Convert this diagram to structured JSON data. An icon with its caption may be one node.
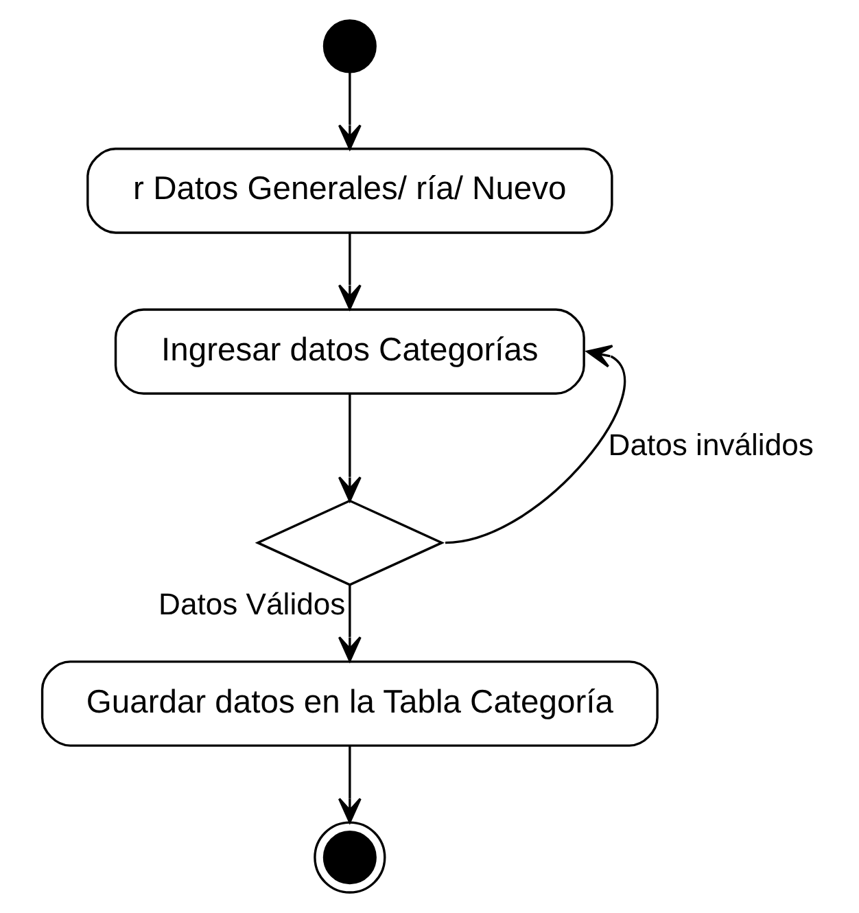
{
  "diagram": {
    "nodes": [
      {
        "text": [],
        "shape": "circle"
      },
      {
        "text": [
          "r Datos Generales/ ría/ Nuevo"
        ]
      },
      {
        "text": [
          "Ingresar datos Categorías"
        ]
      },
      {
        "text": [],
        "shape": "diamond"
      },
      {
        "text": [
          "Guardar datos en la Tabla Categoría"
        ]
      },
      {
        "text": [],
        "shape": "circle"
      }
    ],
    "edges": [
      {
        "from": 0,
        "to": 1,
        "arrow": "to"
      },
      {
        "from": 1,
        "to": 2,
        "arrow": "to"
      },
      {
        "from": 2,
        "to": 3,
        "arrow": "to"
      },
      {
        "from": 3,
        "to": 4,
        "arrow": "to",
        "label": "Datos Válidos"
      },
      {
        "from": 4,
        "to": 5,
        "arrow": "to"
      },
      {
        "from": 3,
        "to": 2,
        "arrow": "to",
        "label": "Datos inválidos"
      }
    ]
  }
}
